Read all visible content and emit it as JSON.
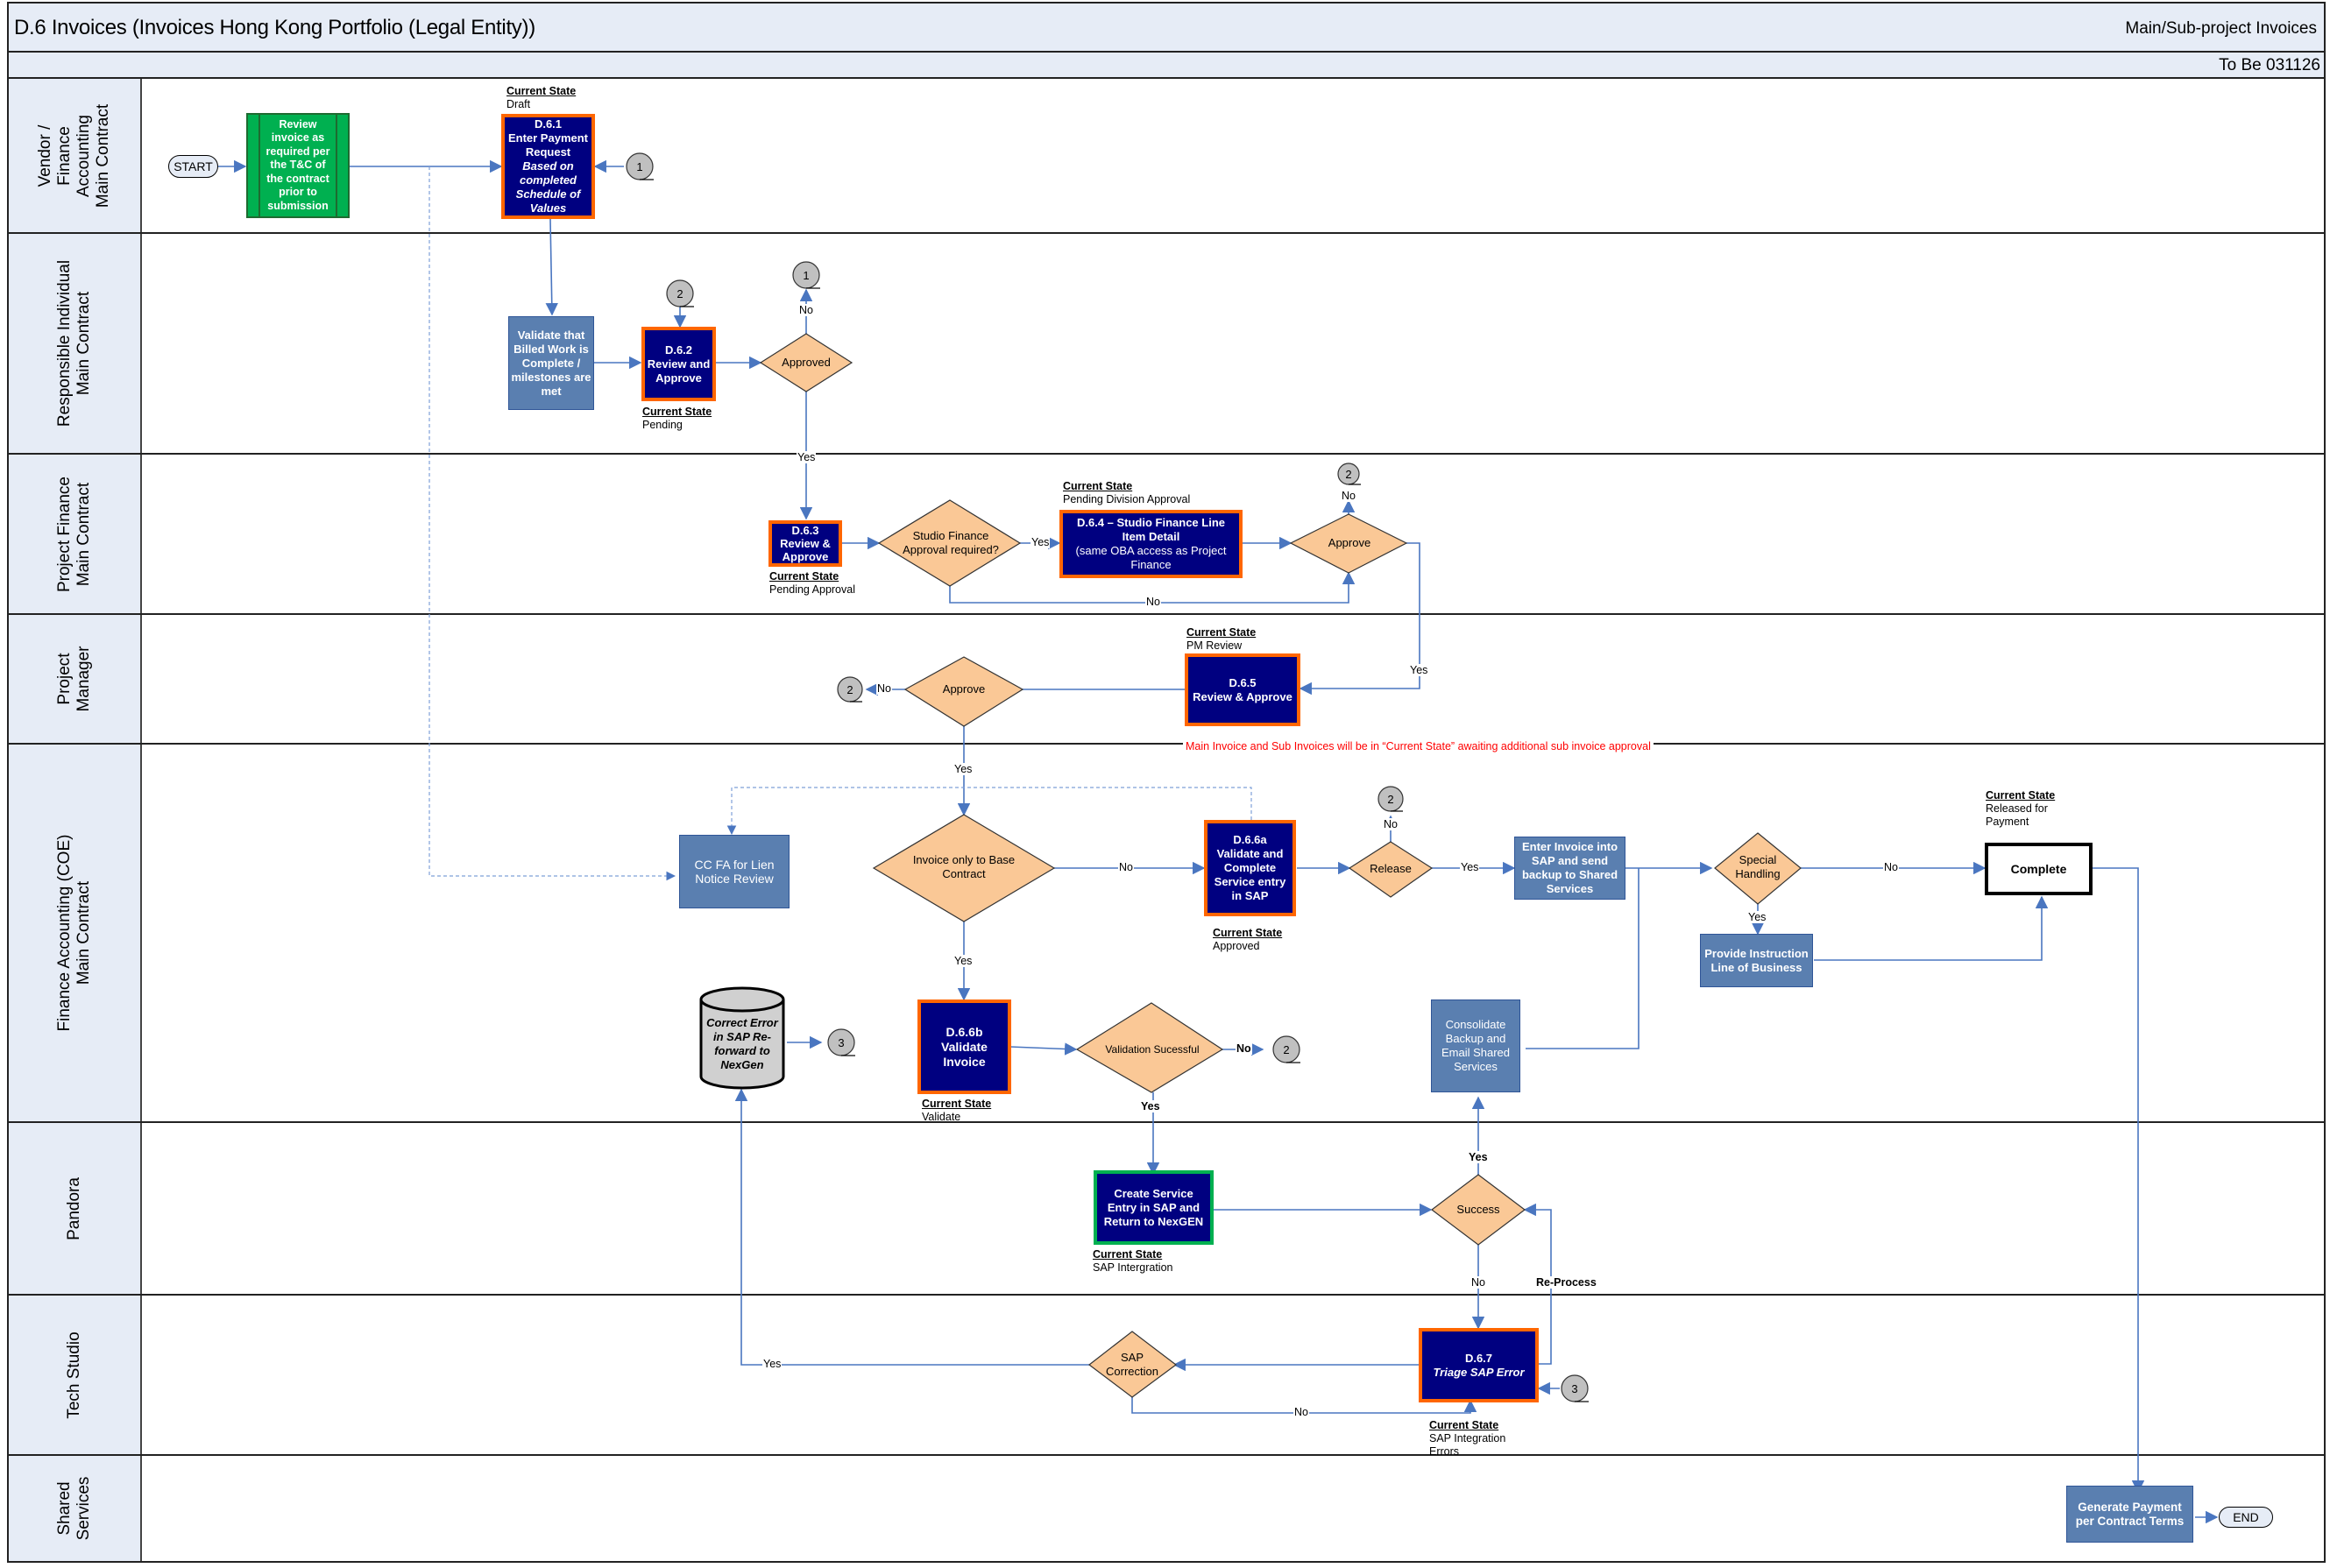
{
  "header": {
    "title": "D.6 Invoices (Invoices Hong Kong Portfolio (Legal Entity))",
    "subtitle_right": "Main/Sub-project Invoices",
    "version": "To Be 031126"
  },
  "lanes": [
    {
      "label": "Vendor /\nFinance\nAccounting\nMain Contract"
    },
    {
      "label": "Responsible Individual\nMain Contract"
    },
    {
      "label": "Project Finance\nMain Contract"
    },
    {
      "label": "Project\nManager"
    },
    {
      "label": "Finance Accounting (COE)\nMain Contract"
    },
    {
      "label": "Pandora"
    },
    {
      "label": "Tech Studio"
    },
    {
      "label": "Shared\nServices"
    }
  ],
  "terminators": {
    "start": "START",
    "end": "END"
  },
  "steps": {
    "review_invoice": "Review invoice as required per the T&C of the contract prior to submission",
    "d61_id": "D.6.1",
    "d61_title": "Enter Payment Request",
    "d61_note": "Based on completed Schedule of Values",
    "validate_billed": "Validate that Billed Work is Complete / milestones are met",
    "d62_id": "D.6.2",
    "d62_title": "Review and Approve",
    "d63_id": "D.6.3",
    "d63_title": "Review & Approve",
    "d64_title": "D.6.4 – Studio Finance Line Item Detail",
    "d64_note": "(same OBA access as Project Finance",
    "d65_id": "D.6.5",
    "d65_title": "Review & Approve",
    "cc_fa": "CC FA for Lien Notice Review",
    "d66a_id": "D.6.6a",
    "d66a_title": "Validate and Complete Service entry in SAP",
    "enter_invoice_sap": "Enter Invoice into SAP and send backup to Shared Services",
    "provide_instruction": "Provide Instruction Line of Business",
    "complete": "Complete",
    "correct_error": "Correct Error in SAP Re-forward to NexGen",
    "d66b_id": "D.6.6b",
    "d66b_title": "Validate Invoice",
    "consolidate": "Consolidate Backup and Email Shared Services",
    "create_service_entry": "Create Service Entry in SAP and Return to NexGEN",
    "d67_id": "D.6.7",
    "d67_title": "Triage SAP Error",
    "generate_payment": "Generate Payment per Contract Terms"
  },
  "decisions": {
    "approved": "Approved",
    "studio_finance": "Studio Finance Approval required?",
    "approve_pf": "Approve",
    "approve_pm": "Approve",
    "invoice_only_base": "Invoice only to Base Contract",
    "release": "Release",
    "special_handling": "Special Handling",
    "validation_successful": "Validation Sucessful",
    "success": "Success",
    "sap_correction": "SAP Correction"
  },
  "current_states": {
    "heading": "Current State",
    "d61": "Draft",
    "d62": "Pending",
    "d63": "Pending Approval",
    "d64": "Pending Division Approval",
    "d65": "PM Review",
    "d66a": "Approved",
    "complete": "Released for\nPayment",
    "d66b": "Validate",
    "create_service": "SAP Intergration",
    "d67": "SAP Integration\nErrors"
  },
  "connectors": {
    "c1_a": "1",
    "c1_b": "1",
    "c2_a": "2",
    "c2_b": "2",
    "c2_c": "2",
    "c2_d": "2",
    "c2_e": "2",
    "c3_a": "3",
    "c3_b": "3"
  },
  "edge_labels": {
    "yes": "Yes",
    "no": "No",
    "reprocess": "Re-Process"
  },
  "note": "Main Invoice and Sub Invoices will be in “Current State” awaiting additional sub invoice approval",
  "colors": {
    "lane_header": "#e6ecf6",
    "task_navy": "#000080",
    "task_border_orange": "#ff6600",
    "task_steel": "#5a7fb0",
    "decision": "#fac896",
    "connector": "#c0c0c0",
    "arrow": "#4a76c0",
    "note_red": "#ff0000",
    "green_task": "#00b050"
  }
}
